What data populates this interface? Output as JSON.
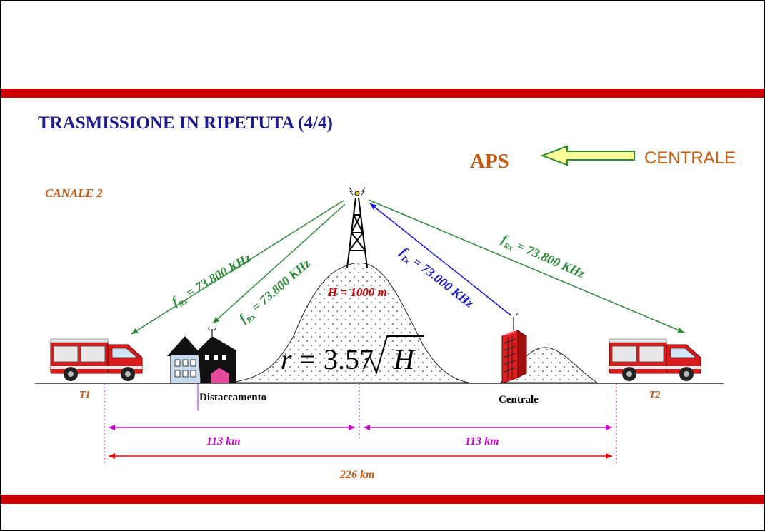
{
  "slide": {
    "title": "TRASMISSIONE IN RIPETUTA (4/4)",
    "aps_label": "APS",
    "centrale_label": "CENTRALE",
    "channel_label": "CANALE 2"
  },
  "diagram": {
    "mountain_height": "H = 1000 m",
    "formula": {
      "lhs": "r",
      "eq": "=",
      "coeff": "3.57",
      "radicand": "H"
    },
    "links": [
      {
        "sub": "Rx",
        "value": " = 73.800 KHz",
        "color": "#2e8b3a"
      },
      {
        "sub": "Rx",
        "value": " = 73.800 KHz",
        "color": "#2e8b3a"
      },
      {
        "sub": "Tx",
        "value": " = 73.000 KHz",
        "color": "#1a1acc"
      },
      {
        "sub": "Rx",
        "value": " = 73.800 KHz",
        "color": "#2e8b3a"
      }
    ],
    "f_letter": "f",
    "stations": {
      "t1": "T1",
      "t2": "T2",
      "distaccamento": "Distaccamento",
      "centrale": "Centrale"
    },
    "distances": {
      "left": "113 km",
      "right": "113 km",
      "total": "226 km"
    },
    "colors": {
      "band": "#cc0000",
      "title": "#1a1a8c",
      "accent_orange": "#c45911",
      "distance_magenta": "#cc00cc",
      "total_red": "#e00000",
      "arrow_fill": "#ffff99",
      "arrow_stroke": "#2e8b3a"
    }
  }
}
